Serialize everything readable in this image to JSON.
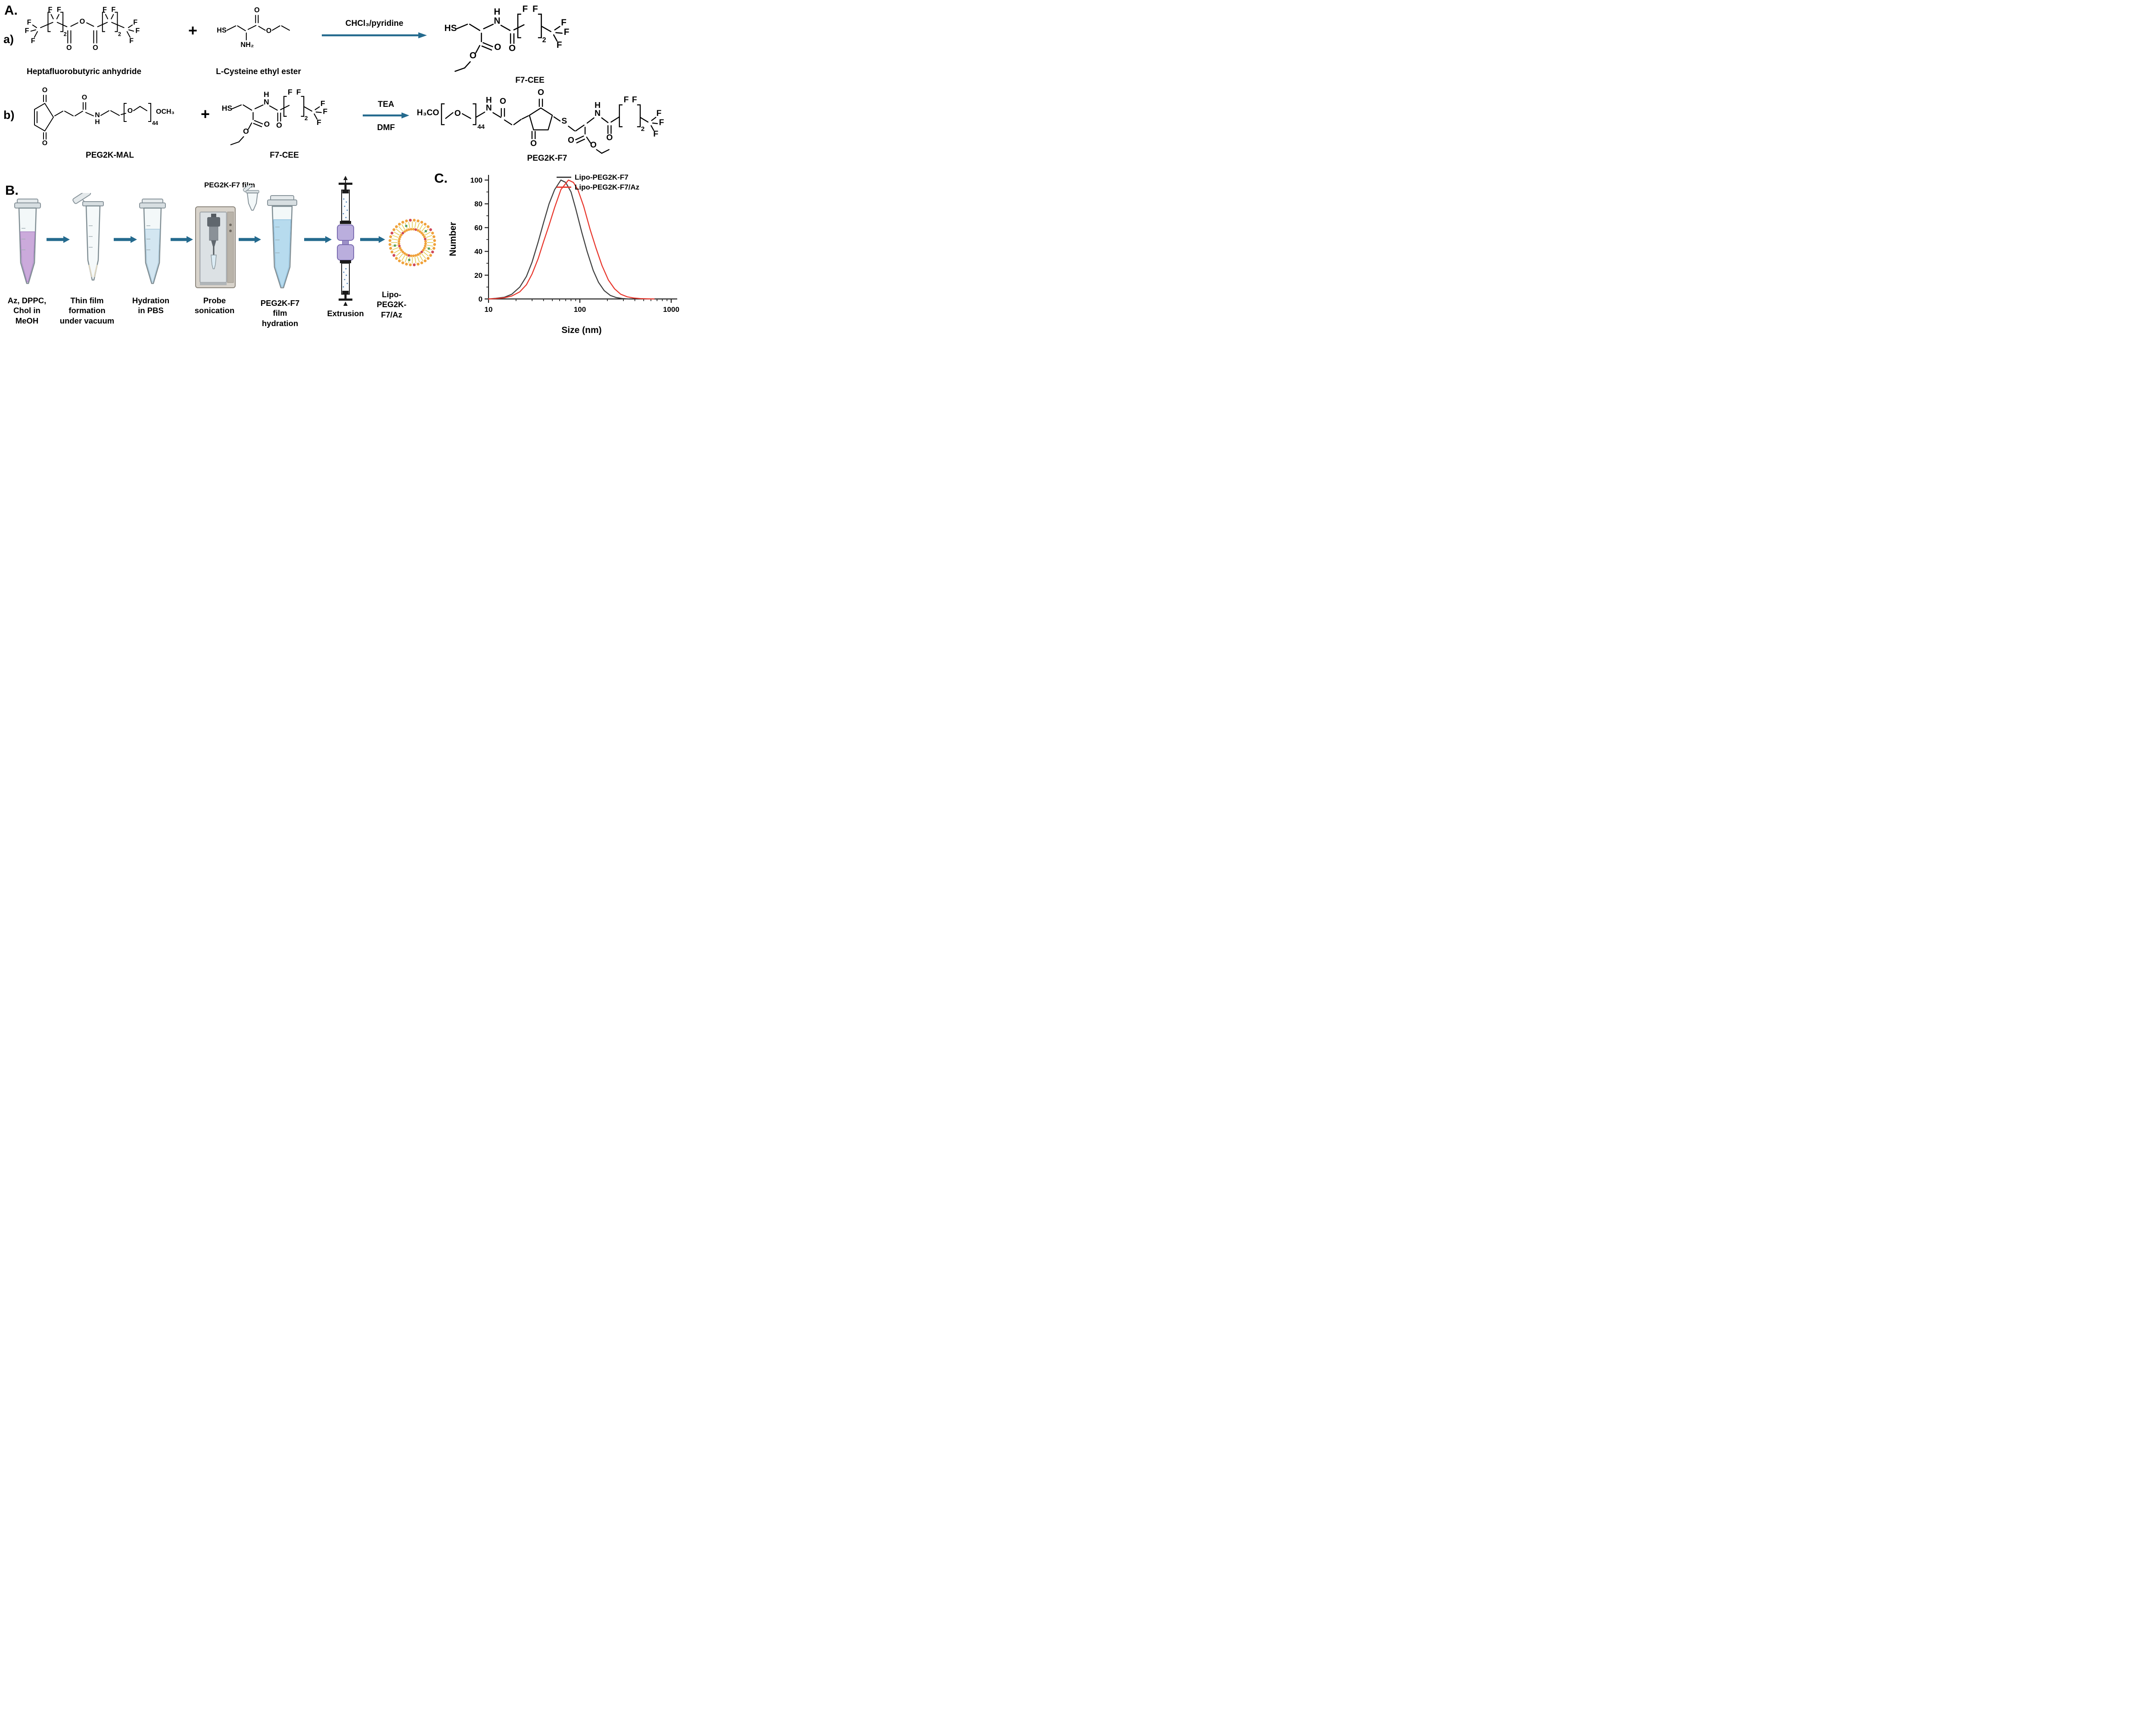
{
  "palette": {
    "arrow": "#246a8e",
    "ink": "#000000",
    "liposome_head_orange": "#f0a23c",
    "liposome_head_red": "#d0495a",
    "liposome_tail_yellow": "#e3cb52",
    "liposome_cargo_green": "#57a05f"
  },
  "atoms": {
    "F": "F",
    "O": "O",
    "N": "N",
    "S": "S",
    "H": "H",
    "HS": "HS",
    "NH2": "NH₂",
    "OCH3": "OCH₃",
    "H3CO": "H₃CO",
    "sub2": "2",
    "sub44": "44"
  },
  "panelA": {
    "label": "A.",
    "row_a": {
      "label": "a)",
      "reactant1": "Heptafluorobutyric anhydride",
      "plus": "+",
      "reactant2": "L-Cysteine ethyl ester",
      "conditions": "CHCl₃/pyridine",
      "product": "F7-CEE"
    },
    "row_b": {
      "label": "b)",
      "reactant1": "PEG2K-MAL",
      "plus": "+",
      "reactant2": "F7-CEE",
      "conditions_top": "TEA",
      "conditions_bottom": "DMF",
      "product": "PEG2K-F7"
    }
  },
  "panelB": {
    "label": "B.",
    "film_label": "PEG2K-F7 film",
    "steps": [
      {
        "caption": [
          "Az, DPPC,",
          "Chol in",
          "MeOH"
        ]
      },
      {
        "caption": [
          "Thin film",
          "formation",
          "under vacuum"
        ]
      },
      {
        "caption": [
          "Hydration",
          "in PBS"
        ]
      },
      {
        "caption": [
          "Probe",
          "sonication"
        ]
      },
      {
        "caption": [
          "PEG2K-F7",
          "film",
          "hydration"
        ]
      },
      {
        "caption": [
          "Extrusion"
        ]
      },
      {
        "caption": [
          "Lipo-",
          "PEG2K-",
          "F7/Az"
        ]
      }
    ]
  },
  "panelC": {
    "label": "C."
  },
  "chart_data": {
    "type": "line",
    "title": "",
    "xlabel": "Size (nm)",
    "ylabel": "Number",
    "x_scale": "log",
    "xlim": [
      10,
      1000
    ],
    "ylim": [
      0,
      100
    ],
    "x_ticks": [
      10,
      100,
      1000
    ],
    "x_minor_ticks": [
      20,
      30,
      40,
      50,
      60,
      70,
      80,
      90,
      200,
      300,
      400,
      500,
      600,
      700,
      800,
      900
    ],
    "y_ticks": [
      0,
      20,
      40,
      60,
      80,
      100
    ],
    "y_minor_ticks": [
      10,
      30,
      50,
      70,
      90
    ],
    "grid": false,
    "legend_position": "top-right",
    "series": [
      {
        "name": "Lipo-PEG2K-F7",
        "color": "#404040",
        "x": [
          10,
          12,
          15,
          18,
          22,
          26,
          30,
          35,
          40,
          46,
          53,
          62,
          70,
          80,
          90,
          105,
          120,
          140,
          160,
          185,
          215,
          250,
          290,
          340
        ],
        "y": [
          0,
          0.5,
          1.5,
          4,
          10,
          19,
          31,
          48,
          64,
          80,
          92,
          100,
          98,
          90,
          76,
          56,
          40,
          24,
          14,
          7,
          3,
          1.2,
          0.4,
          0
        ]
      },
      {
        "name": "Lipo-PEG2K-F7/Az",
        "color": "#e8372d",
        "x": [
          10,
          12,
          15,
          18,
          22,
          26,
          30,
          35,
          40,
          46,
          53,
          62,
          75,
          85,
          95,
          110,
          130,
          150,
          175,
          205,
          240,
          280,
          330,
          390,
          460,
          550,
          650
        ],
        "y": [
          0,
          0.3,
          1,
          2.5,
          6,
          12,
          21,
          34,
          48,
          62,
          77,
          92,
          100,
          98,
          92,
          78,
          58,
          43,
          28,
          16,
          8.5,
          4,
          1.8,
          0.8,
          0.3,
          0.1,
          0
        ]
      }
    ]
  }
}
